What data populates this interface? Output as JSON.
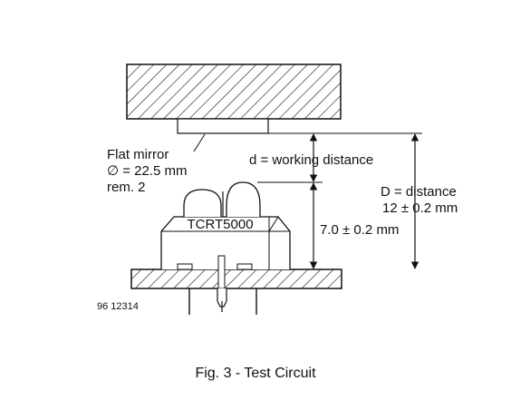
{
  "labels": {
    "mirror_line1": "Flat mirror",
    "mirror_line2": "∅ = 22.5 mm",
    "mirror_line3": "rem. 2",
    "working_distance": "d = working distance",
    "distance_line1": "D = distance",
    "distance_line2": "12 ± 0.2 mm",
    "sensor_name": "TCRT5000",
    "height_dim": "7.0 ± 0.2 mm",
    "figure_id": "96 12314"
  },
  "caption": "Fig. 3 - Test Circuit"
}
